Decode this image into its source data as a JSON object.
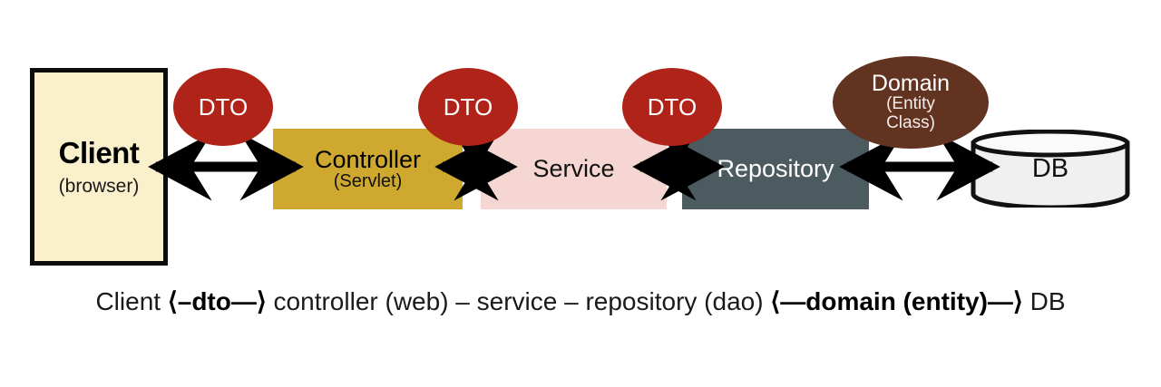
{
  "diagram": {
    "title": "Layered architecture data flow",
    "client": {
      "name": "Client",
      "sub": "(browser)",
      "fill": "#FBF0CC",
      "stroke": "#0d0d0d"
    },
    "layers": [
      {
        "name": "Controller",
        "sub": "(Servlet)",
        "fill": "#CFA830",
        "text_color": "#000000"
      },
      {
        "name": "Service",
        "sub": "",
        "fill": "#F6D6D2",
        "text_color": "#111111"
      },
      {
        "name": "Repository",
        "sub": "",
        "fill": "#4C5B60",
        "text_color": "#ffffff"
      }
    ],
    "bubbles": [
      {
        "name": "DTO",
        "sub": "",
        "fill": "#B02318",
        "text_color": "#ffffff"
      },
      {
        "name": "DTO",
        "sub": "",
        "fill": "#B02318",
        "text_color": "#ffffff"
      },
      {
        "name": "DTO",
        "sub": "",
        "fill": "#B02318",
        "text_color": "#ffffff"
      }
    ],
    "domain": {
      "name": "Domain",
      "sub_line1": "(Entity",
      "sub_line2": "Class)",
      "fill": "#633322",
      "text_color": "#ffffff"
    },
    "database": {
      "name": "DB",
      "fill": "#F0F0F0",
      "stroke": "#111111"
    },
    "arrows": {
      "color": "#000000",
      "connections": [
        {
          "from": "Client",
          "to": "Controller",
          "style": "double-headed"
        },
        {
          "from": "Controller",
          "to": "Service",
          "style": "double-headed"
        },
        {
          "from": "Service",
          "to": "Repository",
          "style": "double-headed"
        },
        {
          "from": "Repository",
          "to": "DB",
          "style": "double-headed"
        }
      ]
    },
    "caption": {
      "part1": "Client ",
      "part2_bold": "⟨–dto—⟩",
      "part3": " controller (web) – service – repository (dao) ",
      "part4_bold": "⟨—domain (entity)—⟩",
      "part5": " DB"
    }
  }
}
